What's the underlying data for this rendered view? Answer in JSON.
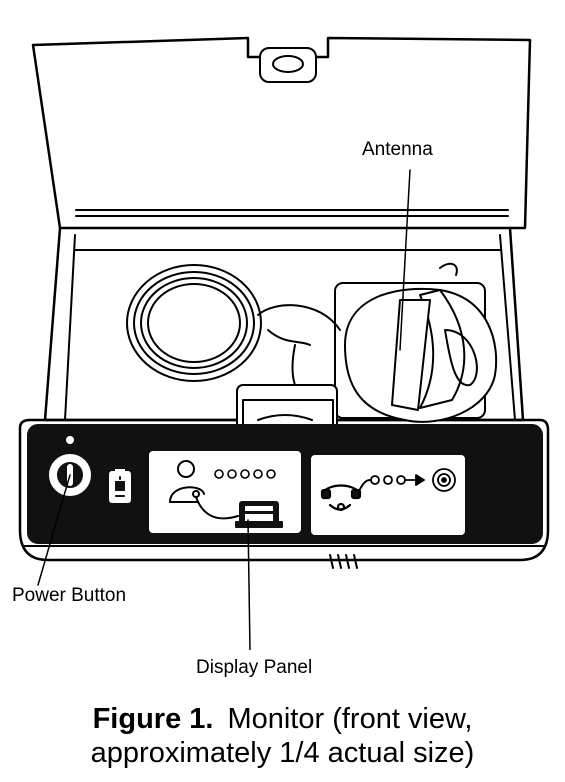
{
  "labels": {
    "antenna": "Antenna",
    "power_button": "Power Button",
    "display_panel": "Display Panel"
  },
  "caption": {
    "number": "Figure 1.",
    "line1": "Monitor (front view,",
    "line2": "approximately 1/4 actual size)"
  },
  "colors": {
    "ink": "#000000",
    "paper": "#ffffff",
    "panel": "#111111"
  },
  "icons": [
    "power-button-icon",
    "battery-icon",
    "person-icon",
    "phone-icon",
    "target-icon"
  ]
}
